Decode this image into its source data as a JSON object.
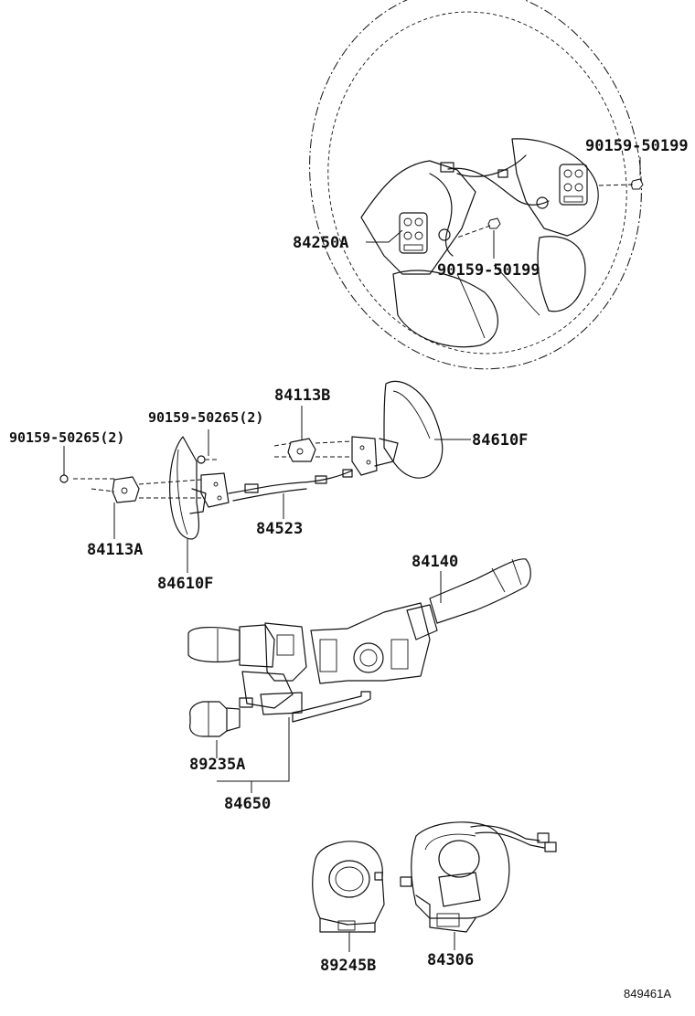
{
  "labels": {
    "wheel_assembly": "84250A",
    "bolt_right": "90159-50199",
    "bolt_center": "90159-50199",
    "bracket_upper": "84113B",
    "bolt_upper": "90159-50265(2)",
    "bolt_left": "90159-50265(2)",
    "paddle_right": "84610F",
    "wire_harness": "84523",
    "bracket_lower": "84113A",
    "paddle_left": "84610F",
    "combination_switch": "84140",
    "sensor_switch": "89235A",
    "switch_assembly": "84650",
    "angle_sensor": "89245B",
    "spiral_cable": "84306"
  },
  "diagram_ref": "849461A"
}
